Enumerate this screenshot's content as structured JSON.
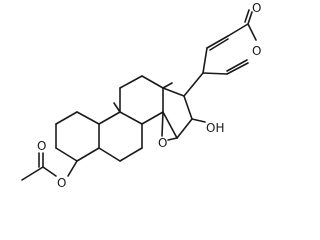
{
  "diagram": {
    "type": "structural-formula",
    "atom_labels": {
      "carbonyl_o": "O",
      "ring_o": "O",
      "hydroxyl": "OH",
      "epoxide_o": "O",
      "ester_o_single": "O",
      "ester_o_double": "O"
    },
    "colors": {
      "bond": "#1a1a1a",
      "background": "#ffffff"
    }
  }
}
